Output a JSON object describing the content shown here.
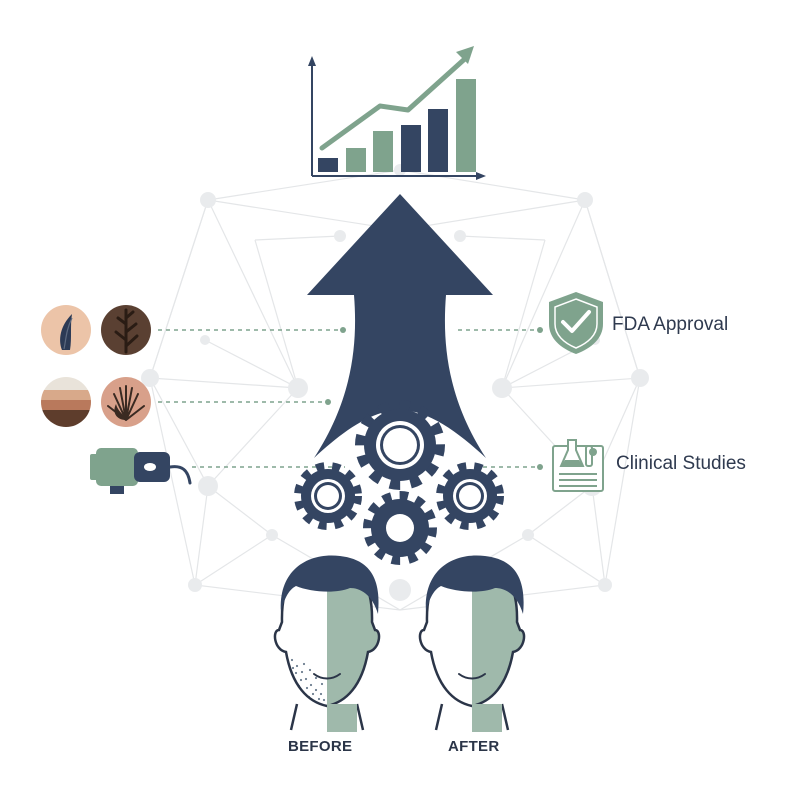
{
  "labels": {
    "fda": "FDA Approval",
    "clinical": "Clinical Studies",
    "before": "BEFORE",
    "after": "AFTER"
  },
  "icons": {
    "chart": "growth-bar-chart-icon",
    "arrow": "upward-arrow-icon",
    "gears": "gears-icon",
    "fda": "shield-check-icon",
    "clinical": "lab-report-icon",
    "device": "laser-device-icon"
  },
  "colors": {
    "navy": "#344562",
    "sage": "#7fa38d",
    "paleSage": "#9fb9ab",
    "skinLight": "#ecc4a8",
    "skinDark": "#5a4032",
    "network": "#e6e6e6"
  }
}
